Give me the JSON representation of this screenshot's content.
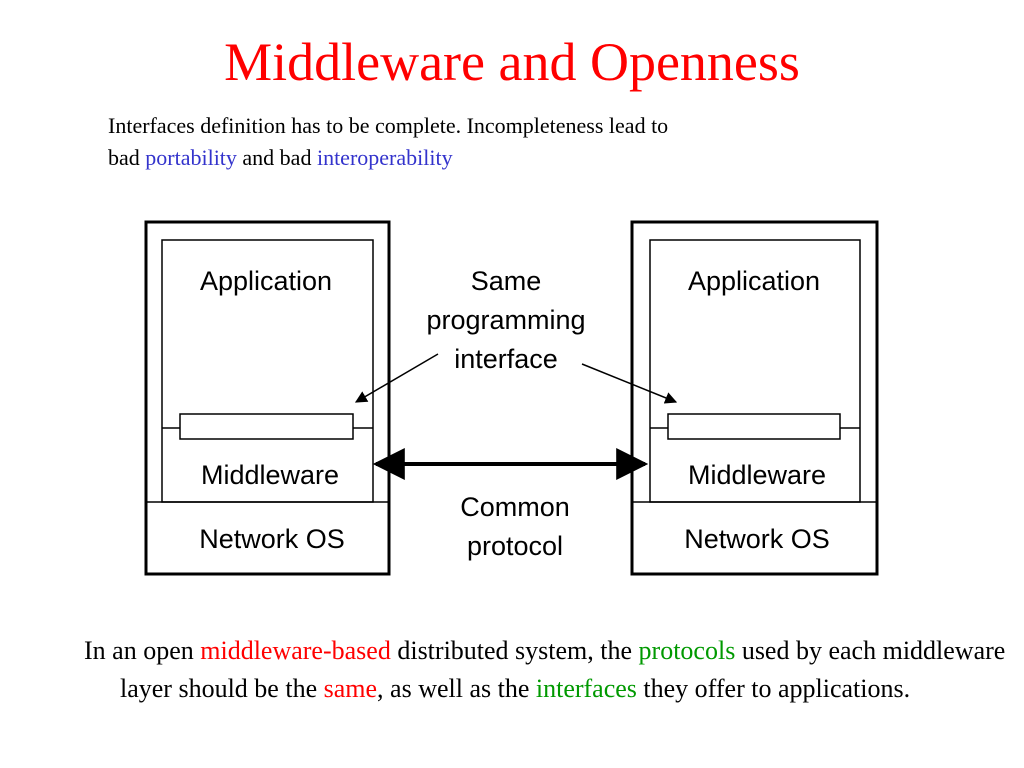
{
  "slide": {
    "title": "Middleware and Openness",
    "subtitle": {
      "line1": "Interfaces definition has to be complete. Incompleteness lead to",
      "line2_prefix": "bad",
      "portability": "portability",
      "line2_middle": "and bad",
      "interoperability": "interoperability"
    },
    "bullet": {
      "p1": "In an open",
      "h1": "middleware-based",
      "p2": "distributed system, the",
      "h2": "protocols",
      "p3": "used by each middleware layer should be the",
      "h3": "same",
      "p4": ", as well as the",
      "h4": "interfaces",
      "p5": "they offer to applications."
    },
    "colors": {
      "title": "#ff0000",
      "blue": "#3333cc",
      "red": "#ff0000",
      "green": "#009900"
    }
  },
  "diagram": {
    "left_host": {
      "application": "Application",
      "middleware": "Middleware",
      "network_os": "Network OS"
    },
    "right_host": {
      "application": "Application",
      "middleware": "Middleware",
      "network_os": "Network OS"
    },
    "interface_label": [
      "Same",
      "programming",
      "interface"
    ],
    "protocol_label": [
      "Common",
      "protocol"
    ]
  }
}
